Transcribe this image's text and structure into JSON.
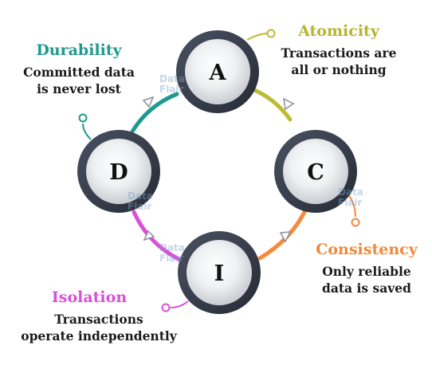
{
  "diagram": {
    "nodes": {
      "a": {
        "letter": "A"
      },
      "c": {
        "letter": "C"
      },
      "i": {
        "letter": "I"
      },
      "d": {
        "letter": "D"
      }
    },
    "properties": {
      "atomicity": {
        "title": "Atomicity",
        "line1": "Transactions are",
        "line2": "all or nothing",
        "color": "#b5b52f"
      },
      "consistency": {
        "title": "Consistency",
        "line1": "Only reliable",
        "line2": "data is saved",
        "color": "#f0893a"
      },
      "isolation": {
        "title": "Isolation",
        "line1": "Transactions",
        "line2": "operate independently",
        "color": "#d94fd9"
      },
      "durability": {
        "title": "Durability",
        "line1": "Committed data",
        "line2": "is never lost",
        "color": "#1e9a8e"
      }
    },
    "watermark": {
      "line1": "Data",
      "line2": "Flair"
    }
  }
}
